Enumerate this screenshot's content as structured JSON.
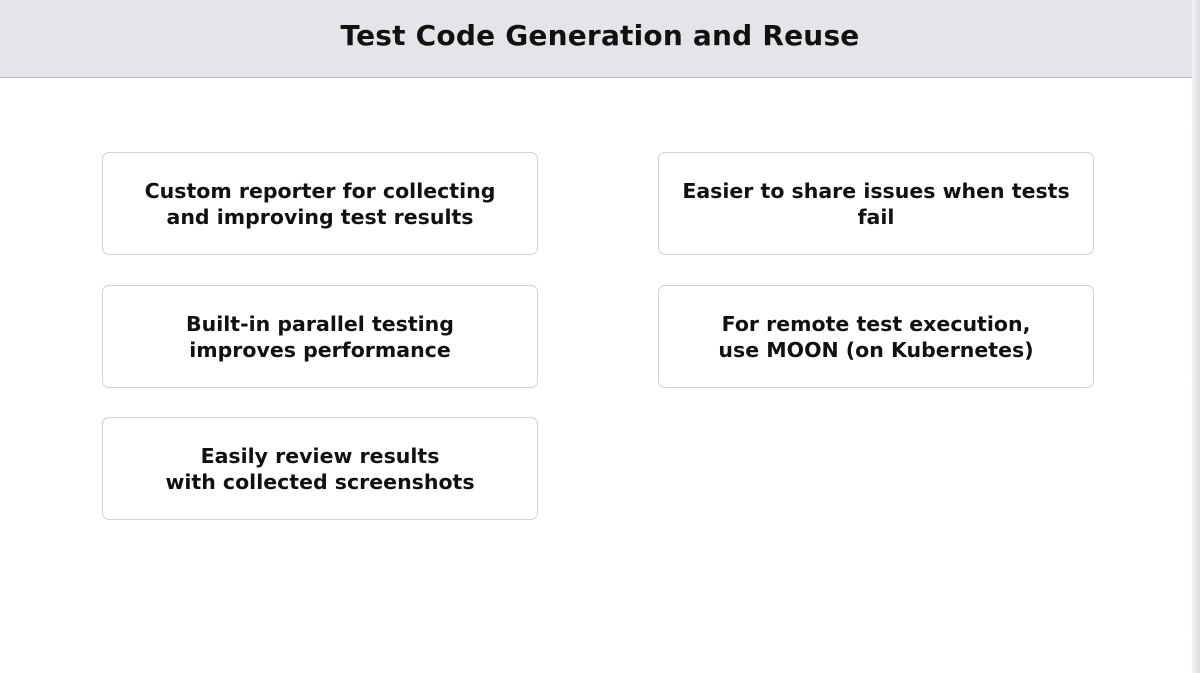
{
  "header": {
    "title": "Test Code Generation and Reuse"
  },
  "cards": [
    {
      "text": "Custom reporter for collecting\nand improving test results"
    },
    {
      "text": "Easier to share issues when tests fail"
    },
    {
      "text": "Built-in parallel testing\nimproves performance"
    },
    {
      "text": "For remote test execution,\nuse MOON (on Kubernetes)"
    },
    {
      "text": "Easily review results\nwith collected screenshots"
    }
  ],
  "colors": {
    "header_background": "#e3e5e8",
    "card_border": "#cfd2d6",
    "text": "#111111"
  }
}
